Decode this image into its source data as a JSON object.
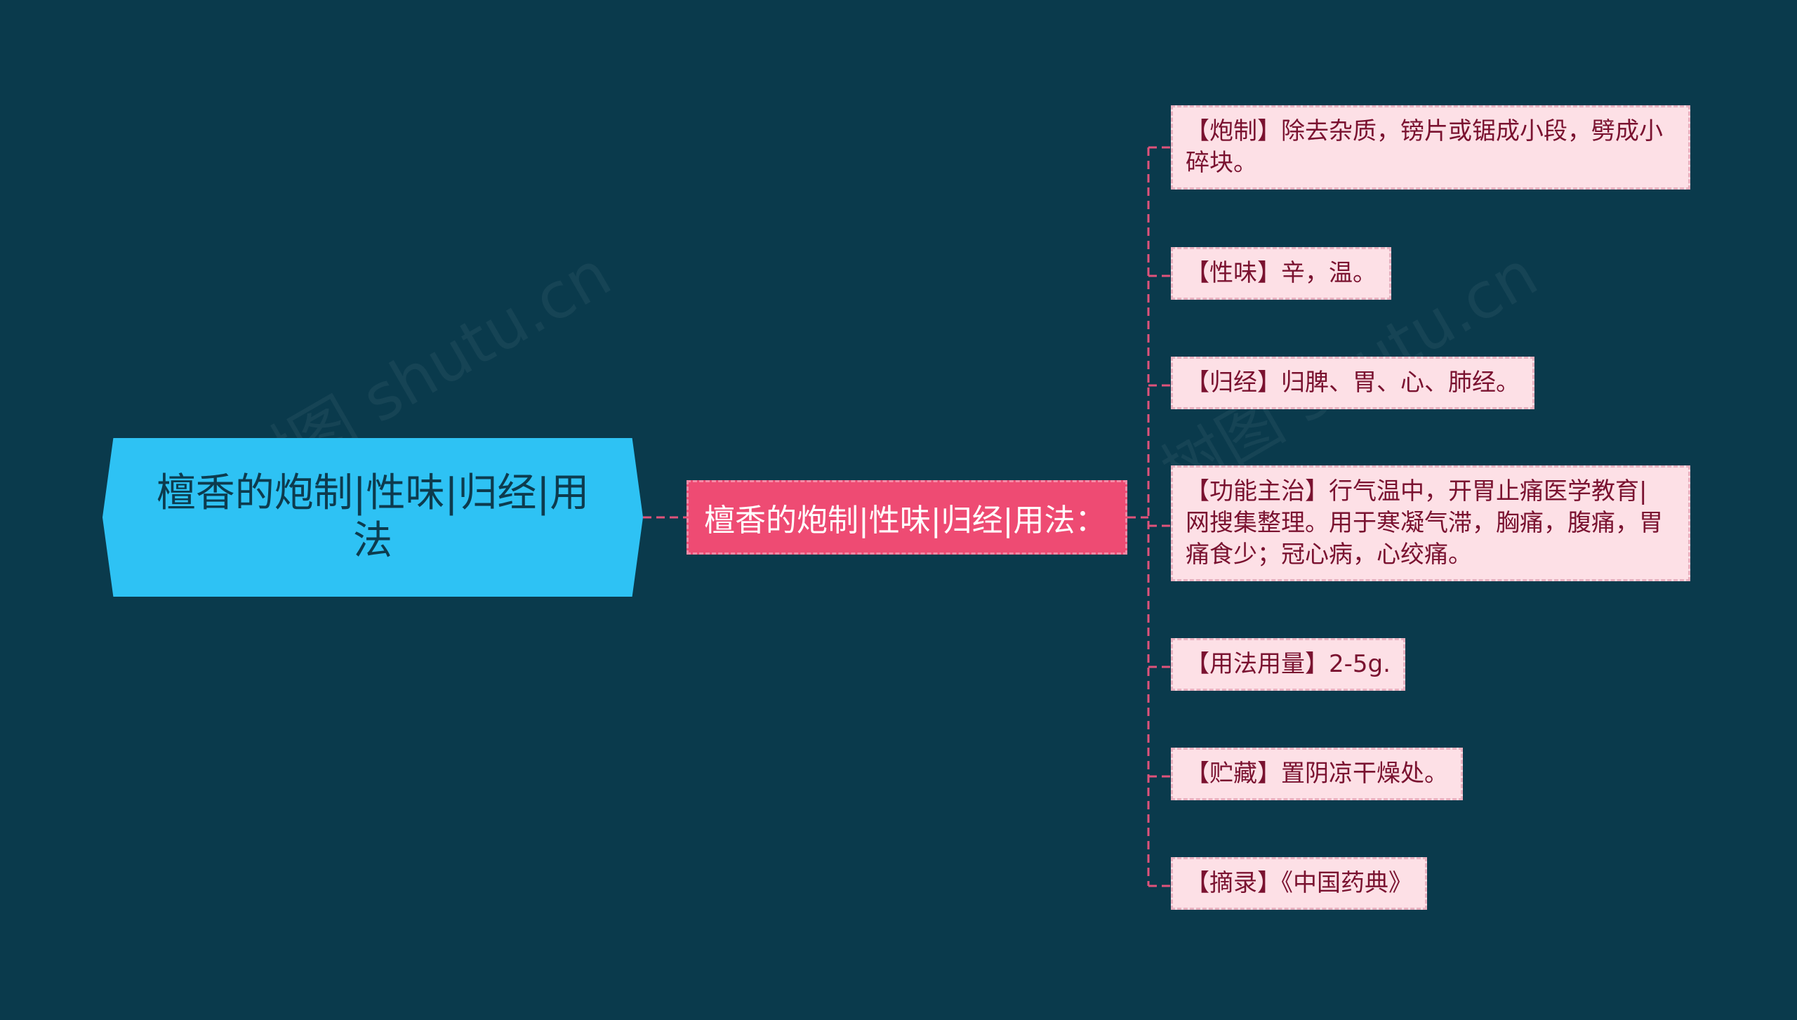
{
  "root": {
    "title": "檀香的炮制|性味|归经|用法"
  },
  "branch": {
    "label": "檀香的炮制|性味|归经|用法："
  },
  "leaves": [
    {
      "line1": "【炮制】除去杂质，镑片或锯成小段，劈成小",
      "line2": "碎块。"
    },
    {
      "line1": "【性味】辛，温。"
    },
    {
      "line1": "【归经】归脾、胃、心、肺经。"
    },
    {
      "line1": "【功能主治】行气温中，开胃止痛医学教育|",
      "line2": "网搜集整理。用于寒凝气滞，胸痛，腹痛，胃",
      "line3": "痛食少；冠心病，心绞痛。"
    },
    {
      "line1": "【用法用量】2-5g."
    },
    {
      "line1": "【贮藏】置阴凉干燥处。"
    },
    {
      "line1": "【摘录】《中国药典》"
    }
  ],
  "watermark": "树图 shutu.cn",
  "colors": {
    "background": "#0a3a4c",
    "root": "#2ec2f4",
    "branch": "#ee4b73",
    "leaf": "#fde0e6",
    "leaf_text": "#7a1230",
    "connector": "#e0527a"
  }
}
